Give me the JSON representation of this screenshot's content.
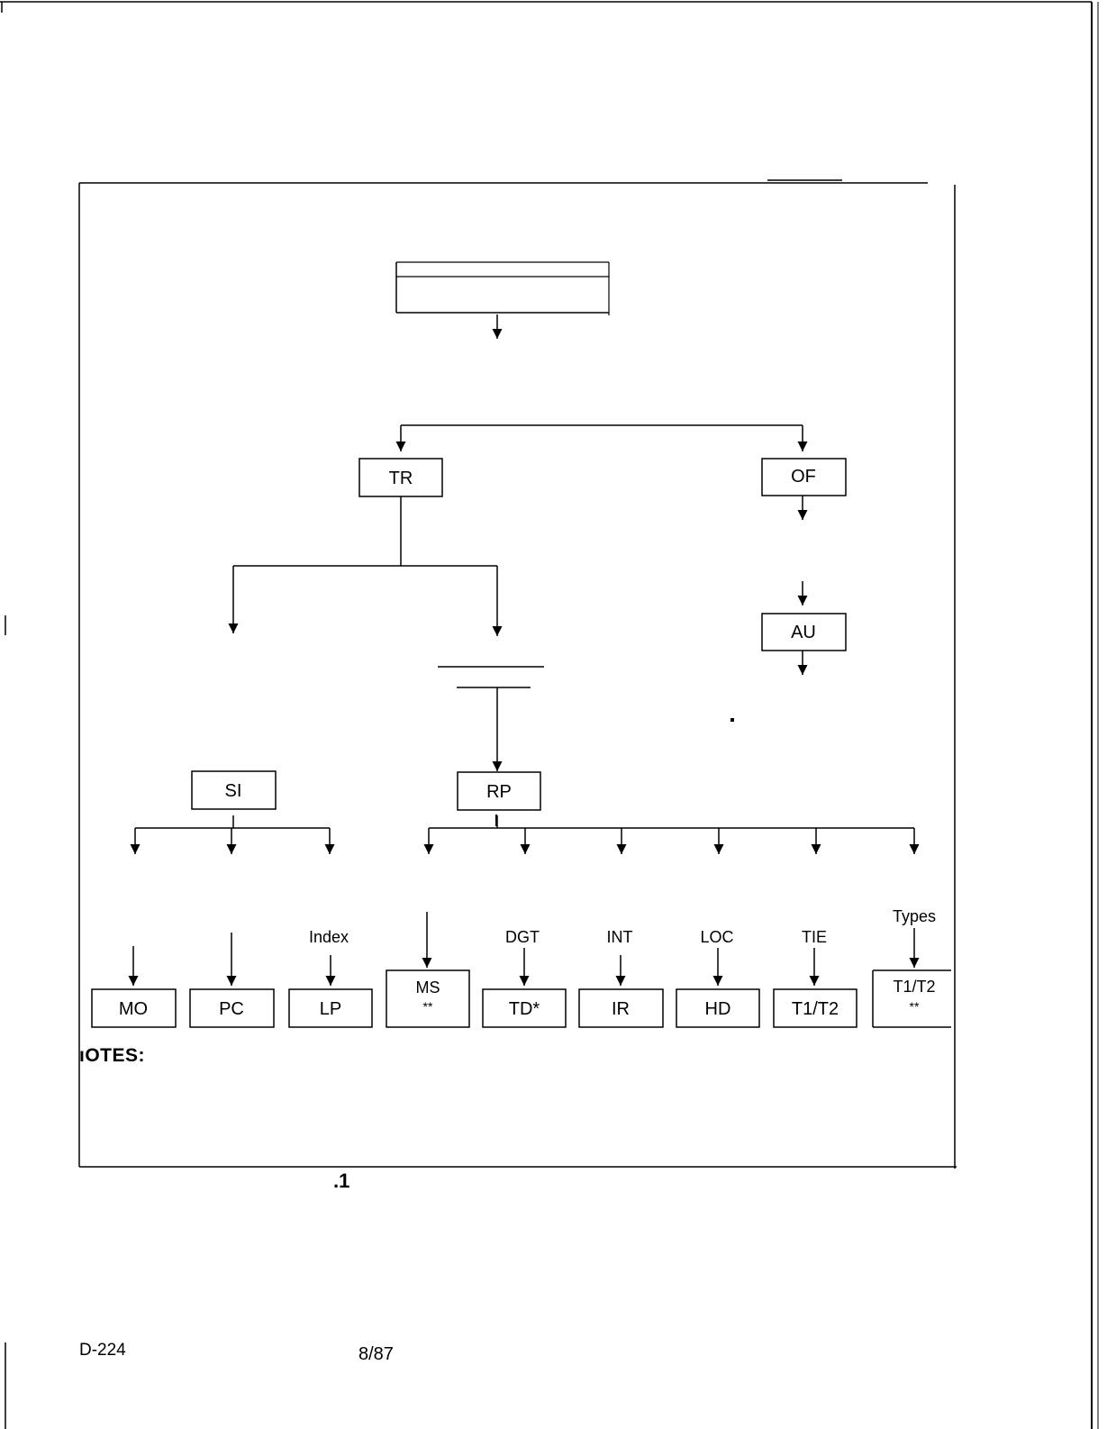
{
  "boxes": {
    "tr": "TR",
    "of": "OF",
    "au": "AU",
    "si": "SI",
    "rp": "RP",
    "mo": "MO",
    "pc": "PC",
    "lp": "LP",
    "ms": "MS",
    "ms_note": "**",
    "td": "TD*",
    "ir": "IR",
    "hd": "HD",
    "t1t2_tie": "T1/T2",
    "t1t2_types": "T1/T2",
    "t1t2_types_note": "**"
  },
  "labels": {
    "index": "Index",
    "dgt": "DGT",
    "int": "INT",
    "loc": "LOC",
    "tie": "TIE",
    "types": "Types"
  },
  "notes_heading": "ıOTES:",
  "figure_ref": ".1",
  "footer": {
    "page_code": "D-224",
    "date": "8/87"
  }
}
